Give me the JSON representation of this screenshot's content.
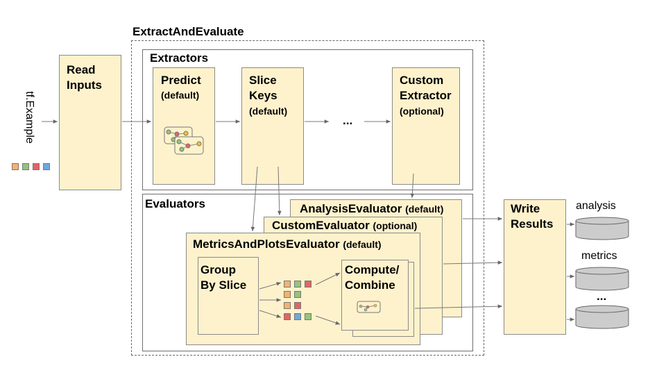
{
  "outer": {
    "title": "ExtractAndEvaluate"
  },
  "input": {
    "label": "tf.Example"
  },
  "read_inputs": {
    "label": "Read\nInputs"
  },
  "extractors": {
    "title": "Extractors",
    "predict": {
      "name": "Predict",
      "tag": "(default)"
    },
    "slice_keys": {
      "name": "Slice\nKeys",
      "tag": "(default)"
    },
    "ellipsis": "...",
    "custom": {
      "name": "Custom\nExtractor",
      "tag": "(optional)"
    }
  },
  "evaluators": {
    "title": "Evaluators",
    "analysis": {
      "name": "AnalysisEvaluator",
      "tag": "(default)"
    },
    "custom": {
      "name": "CustomEvaluator",
      "tag": "(optional)"
    },
    "metrics": {
      "name": "MetricsAndPlotsEvaluator",
      "tag": "(default)"
    },
    "group_by_slice": "Group\nBy Slice",
    "compute_combine": "Compute/\nCombine"
  },
  "write_results": {
    "label": "Write\nResults"
  },
  "outputs": {
    "analysis": "analysis",
    "metrics": "metrics",
    "ellipsis": "..."
  },
  "colors": {
    "box_fill": "#fef2cc",
    "orange": "#f6b26b",
    "green": "#93c47d",
    "red": "#e06666",
    "blue": "#6fa8dc",
    "node_yellow": "#f1c232",
    "db_fill": "#cccccc"
  }
}
